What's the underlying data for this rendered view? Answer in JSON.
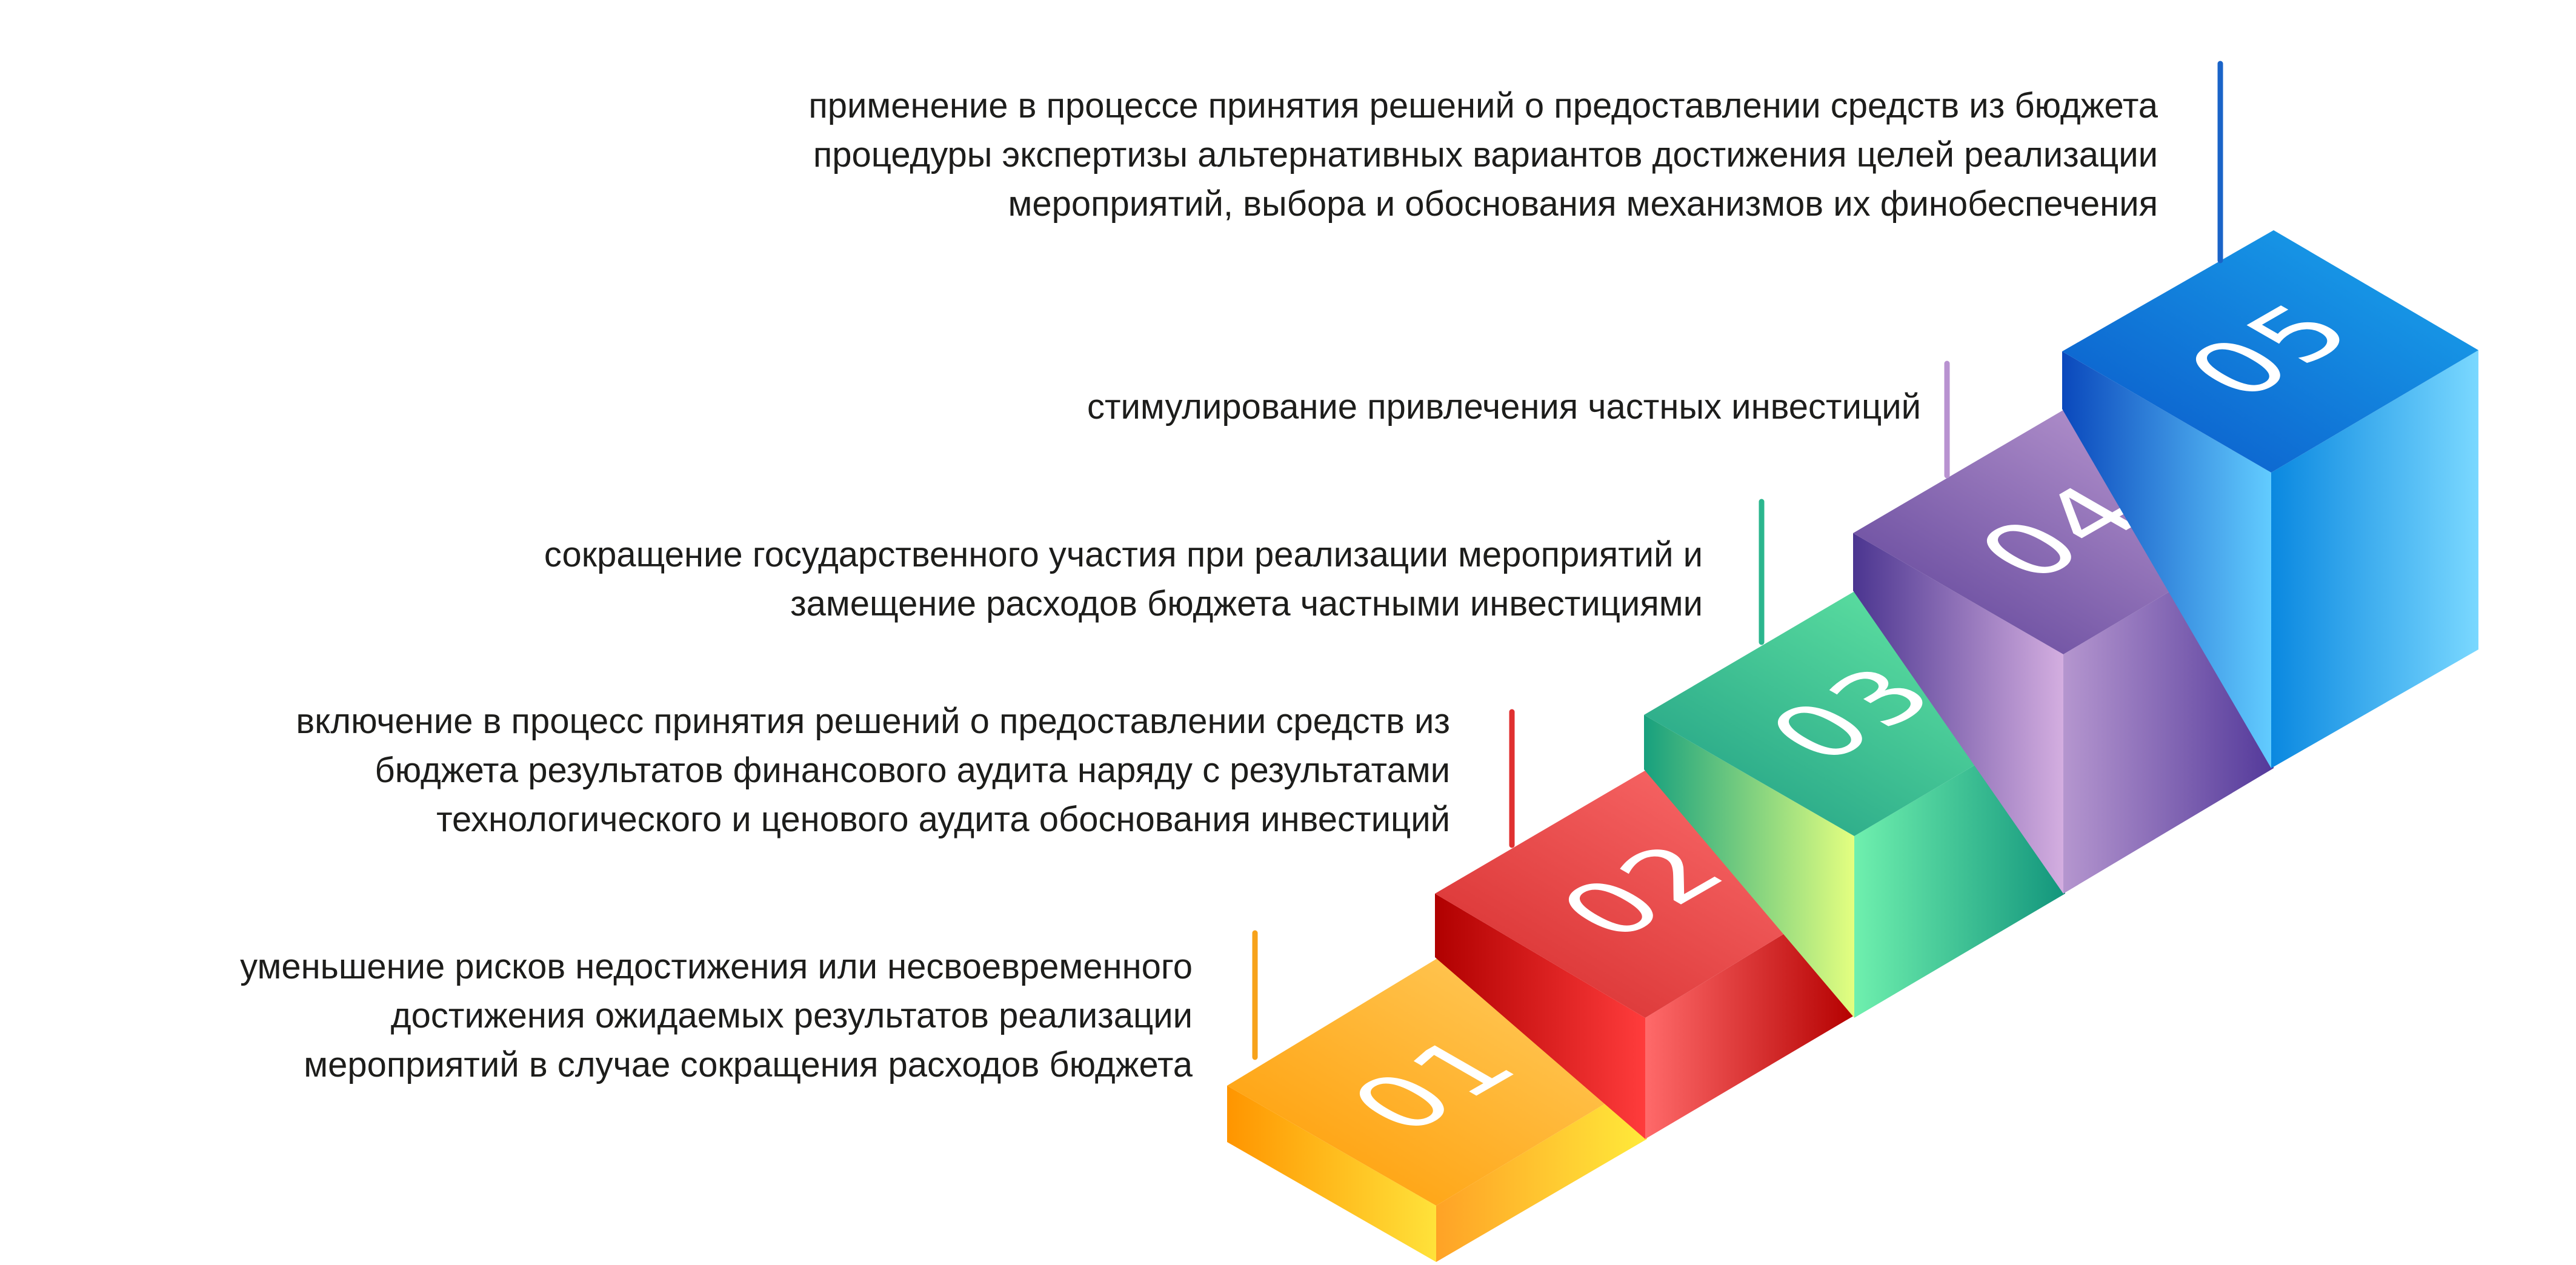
{
  "steps": [
    {
      "number": "01",
      "lines": [
        "уменьшение рисков недостижения или несвоевременного",
        "достижения ожидаемых результатов реализации",
        "мероприятий в случае сокращения расходов бюджета"
      ],
      "colors": {
        "top": [
          "#ff9a00",
          "#ffd066"
        ],
        "front": [
          "#ff9500",
          "#ffe23a"
        ],
        "side": [
          "#ffa226",
          "#ffea3a"
        ],
        "line": "#f7a21a"
      }
    },
    {
      "number": "02",
      "lines": [
        "включение в процесс принятия решений о предоставлении средств из",
        "бюджета результатов финансового аудита наряду с результатами",
        "технологического и ценового аудита обоснования инвестиций"
      ],
      "colors": {
        "top": [
          "#d42a2a",
          "#ff7373"
        ],
        "front": [
          "#b00000",
          "#ff3c3c"
        ],
        "side": [
          "#ff6a6a",
          "#b40000"
        ],
        "line": "#e03030"
      }
    },
    {
      "number": "03",
      "lines": [
        "сокращение государственного участия при реализации мероприятий и",
        "замещение расходов бюджета частными инвестициями"
      ],
      "colors": {
        "top": [
          "#1c9a82",
          "#6cf0a8"
        ],
        "front": [
          "#17a07e",
          "#e4ff80"
        ],
        "side": [
          "#6ff0ae",
          "#12957c"
        ],
        "line": "#2bb68e"
      }
    },
    {
      "number": "04",
      "lines": [
        "стимулирование привлечения частных инвестиций"
      ],
      "colors": {
        "top": [
          "#5a3e96",
          "#c6a4d8"
        ],
        "front": [
          "#4b3590",
          "#d4aee0"
        ],
        "side": [
          "#b596cf",
          "#53399a"
        ],
        "line": "#b892d0"
      }
    },
    {
      "number": "05",
      "lines": [
        "применение в процессе принятия решений о предоставлении средств из бюджета",
        "процедуры экспертизы альтернативных вариантов достижения целей реализации",
        "мероприятий, выбора и обоснования механизмов их финобеспечения"
      ],
      "colors": {
        "top": [
          "#0a55c8",
          "#1aa8ee"
        ],
        "front": [
          "#0a48bc",
          "#62ccff"
        ],
        "side": [
          "#0a88e0",
          "#7ad8ff"
        ],
        "line": "#1a64c8"
      }
    }
  ]
}
